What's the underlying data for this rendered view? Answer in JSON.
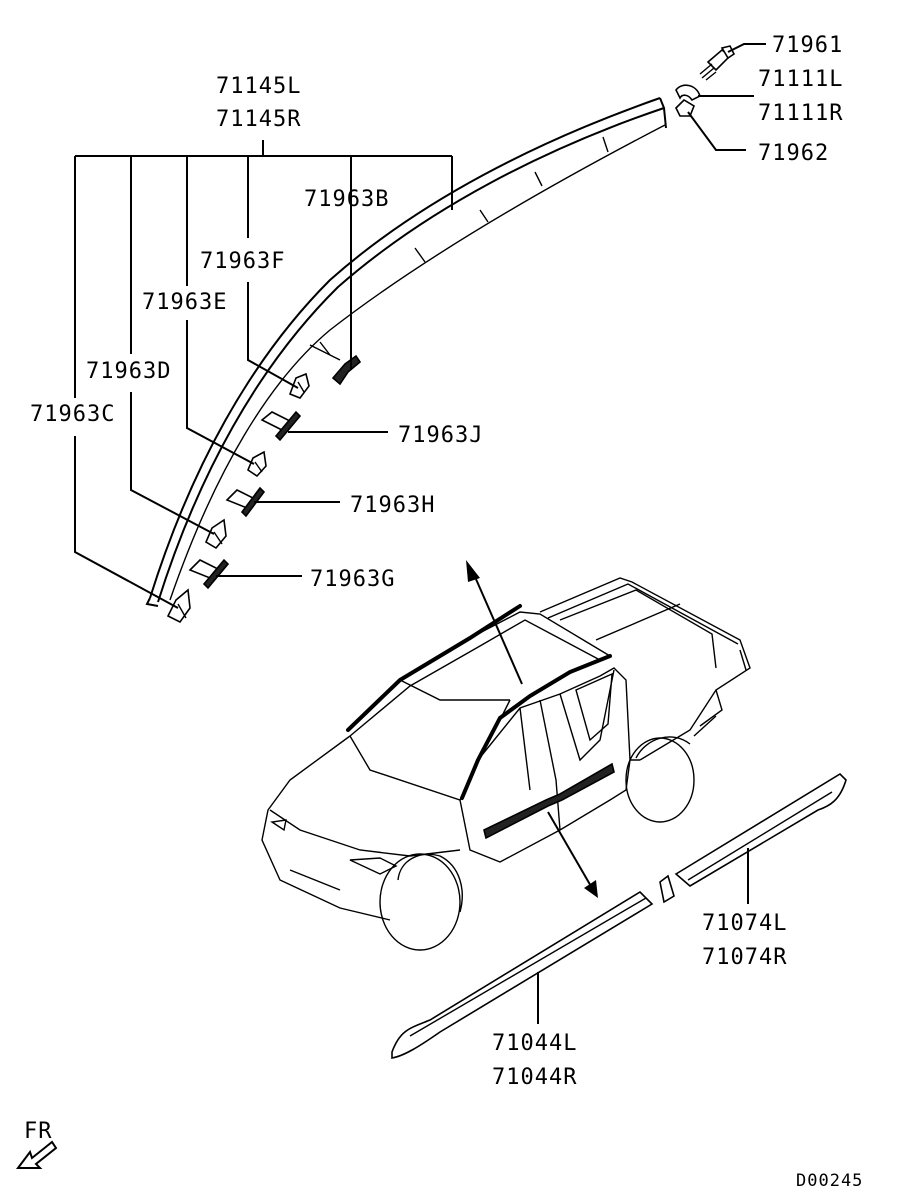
{
  "diagram": {
    "labels": {
      "p71145L": "71145L",
      "p71145R": "71145R",
      "p71963B": "71963B",
      "p71963F": "71963F",
      "p71963E": "71963E",
      "p71963D": "71963D",
      "p71963C": "71963C",
      "p71963J": "71963J",
      "p71963H": "71963H",
      "p71963G": "71963G",
      "p71961": "71961",
      "p71111L": "71111L",
      "p71111R": "71111R",
      "p71962": "71962",
      "p71074L": "71074L",
      "p71074R": "71074R",
      "p71044L": "71044L",
      "p71044R": "71044R"
    },
    "direction_label": "FR",
    "drawing_code": "D00245"
  }
}
